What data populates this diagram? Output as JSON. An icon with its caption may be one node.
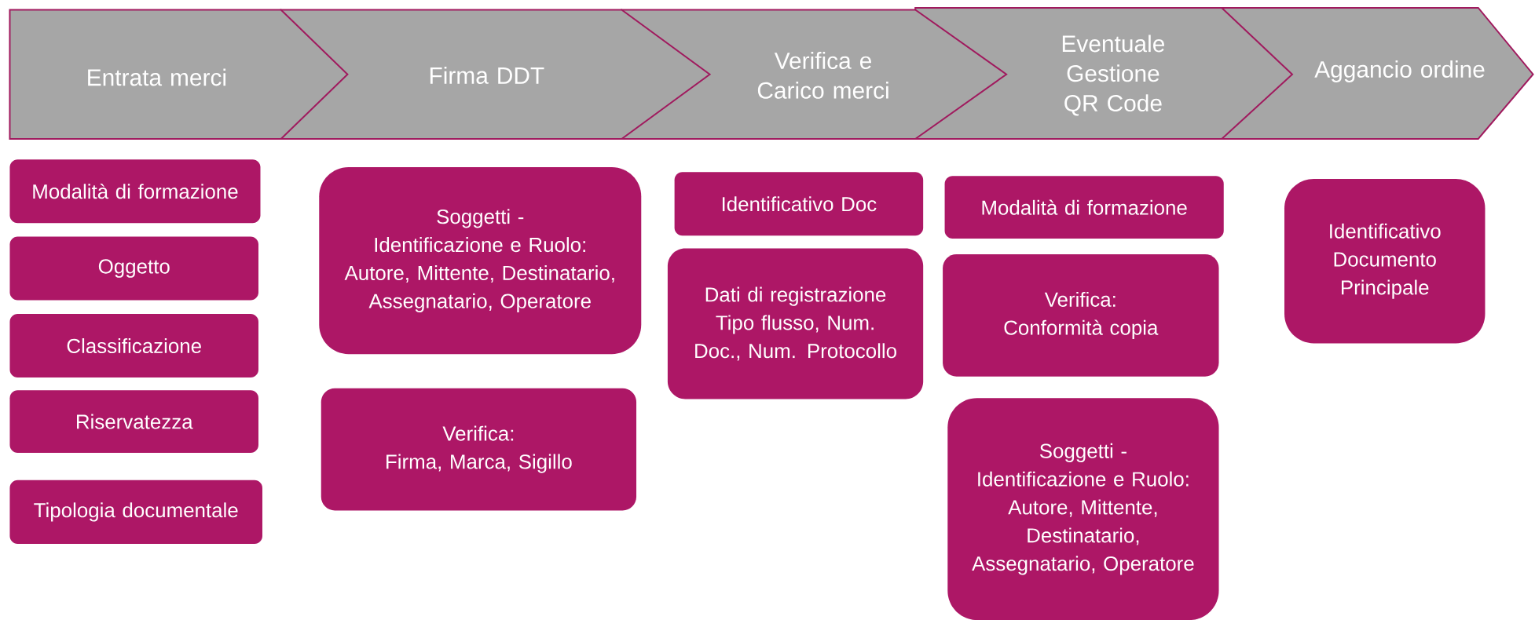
{
  "diagram": {
    "nodes": [
      {
        "text": [
          "Entrata merci"
        ]
      },
      {
        "text": [
          "Firma DDT"
        ]
      },
      {
        "text": [
          "Verifica e Carico merci"
        ]
      },
      {
        "text": [
          "Eventuale Gestione QR Code"
        ]
      },
      {
        "text": [
          "Aggancio ordine"
        ]
      },
      {
        "text": [
          "Modalità di formazione"
        ]
      },
      {
        "text": [
          "Oggetto"
        ]
      },
      {
        "text": [
          "Classificazione"
        ]
      },
      {
        "text": [
          "Riservatezza"
        ]
      },
      {
        "text": [
          "Tipologia documentale"
        ]
      },
      {
        "text": [
          "Soggetti - Identificazione e Ruolo:",
          "Autore, Mittente, Destinatario, Assegnatario, Operatore"
        ]
      },
      {
        "text": [
          "Verifica:",
          "Firma, Marca, Sigillo"
        ]
      },
      {
        "text": [
          "Identificativo Doc"
        ]
      },
      {
        "text": [
          "Dati di registrazione",
          "Tipo flusso, Num. Doc., Num. Protocollo"
        ]
      },
      {
        "text": [
          "Modalità di formazione"
        ]
      },
      {
        "text": [
          "Verifica:",
          "Conformità copia"
        ]
      },
      {
        "text": [
          "Soggetti - Identificazione e Ruolo:",
          "Autore, Mittente, Destinatario, Assegnatario, Operatore"
        ]
      },
      {
        "text": [
          "Identificativo Documento Principale"
        ]
      }
    ]
  }
}
